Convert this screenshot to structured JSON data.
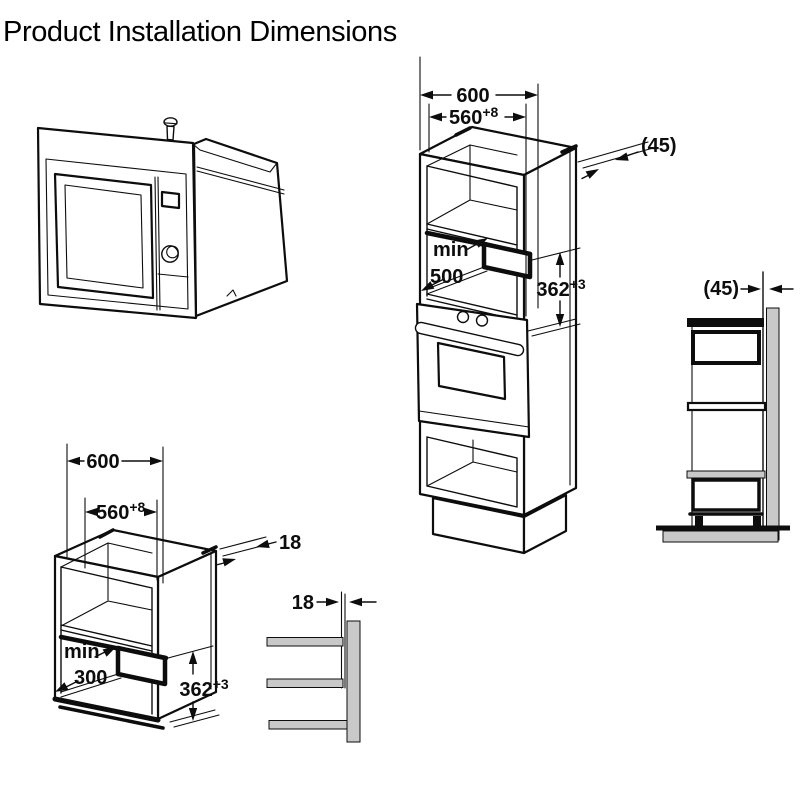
{
  "title": "Product Installation Dimensions",
  "colors": {
    "line": "#0d0d0d",
    "wall_fill": "#c9c9c9",
    "background": "#ffffff"
  },
  "tall_unit": {
    "width_overall": "600",
    "width_niche": "560",
    "width_niche_tol": "+8",
    "rear_gap": "(45)",
    "depth_min_label": "min",
    "depth_min_value": "500",
    "niche_height": "362",
    "niche_height_tol": "+3"
  },
  "tall_side": {
    "rear_gap": "(45)"
  },
  "base_unit": {
    "width_overall": "600",
    "width_niche": "560",
    "width_niche_tol": "+8",
    "panel_thickness": "18",
    "depth_min_label": "min",
    "depth_min_value": "300",
    "niche_height": "362",
    "niche_height_tol": "+3"
  },
  "base_side": {
    "panel_thickness": "18"
  }
}
